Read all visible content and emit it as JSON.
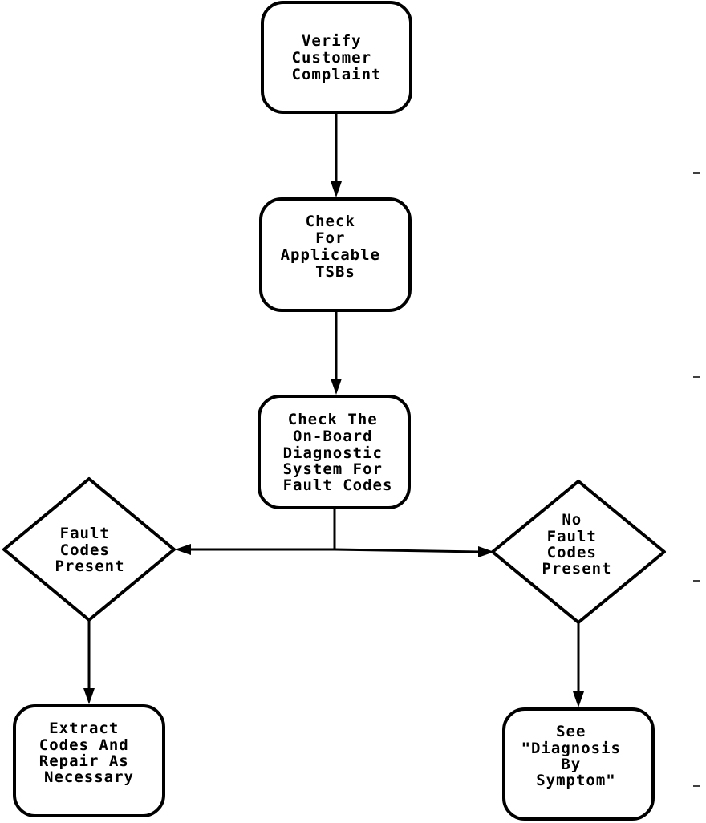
{
  "nodes": {
    "verify": {
      "lines": [
        "Verify",
        "Customer",
        "Complaint"
      ]
    },
    "tsb": {
      "lines": [
        "Check",
        "For",
        "Applicable",
        "TSBs"
      ]
    },
    "obd": {
      "lines": [
        "Check The",
        "On-Board",
        "Diagnostic",
        "System For",
        "Fault Codes"
      ]
    },
    "fault_present": {
      "lines": [
        "Fault",
        "Codes",
        "Present"
      ]
    },
    "no_fault": {
      "lines": [
        "No",
        "Fault",
        "Codes",
        "Present"
      ]
    },
    "extract": {
      "lines": [
        "Extract",
        "Codes And",
        "Repair As",
        "Necessary"
      ]
    },
    "symptom": {
      "lines": [
        "See",
        "\"Diagnosis",
        "By",
        "Symptom\""
      ]
    }
  }
}
